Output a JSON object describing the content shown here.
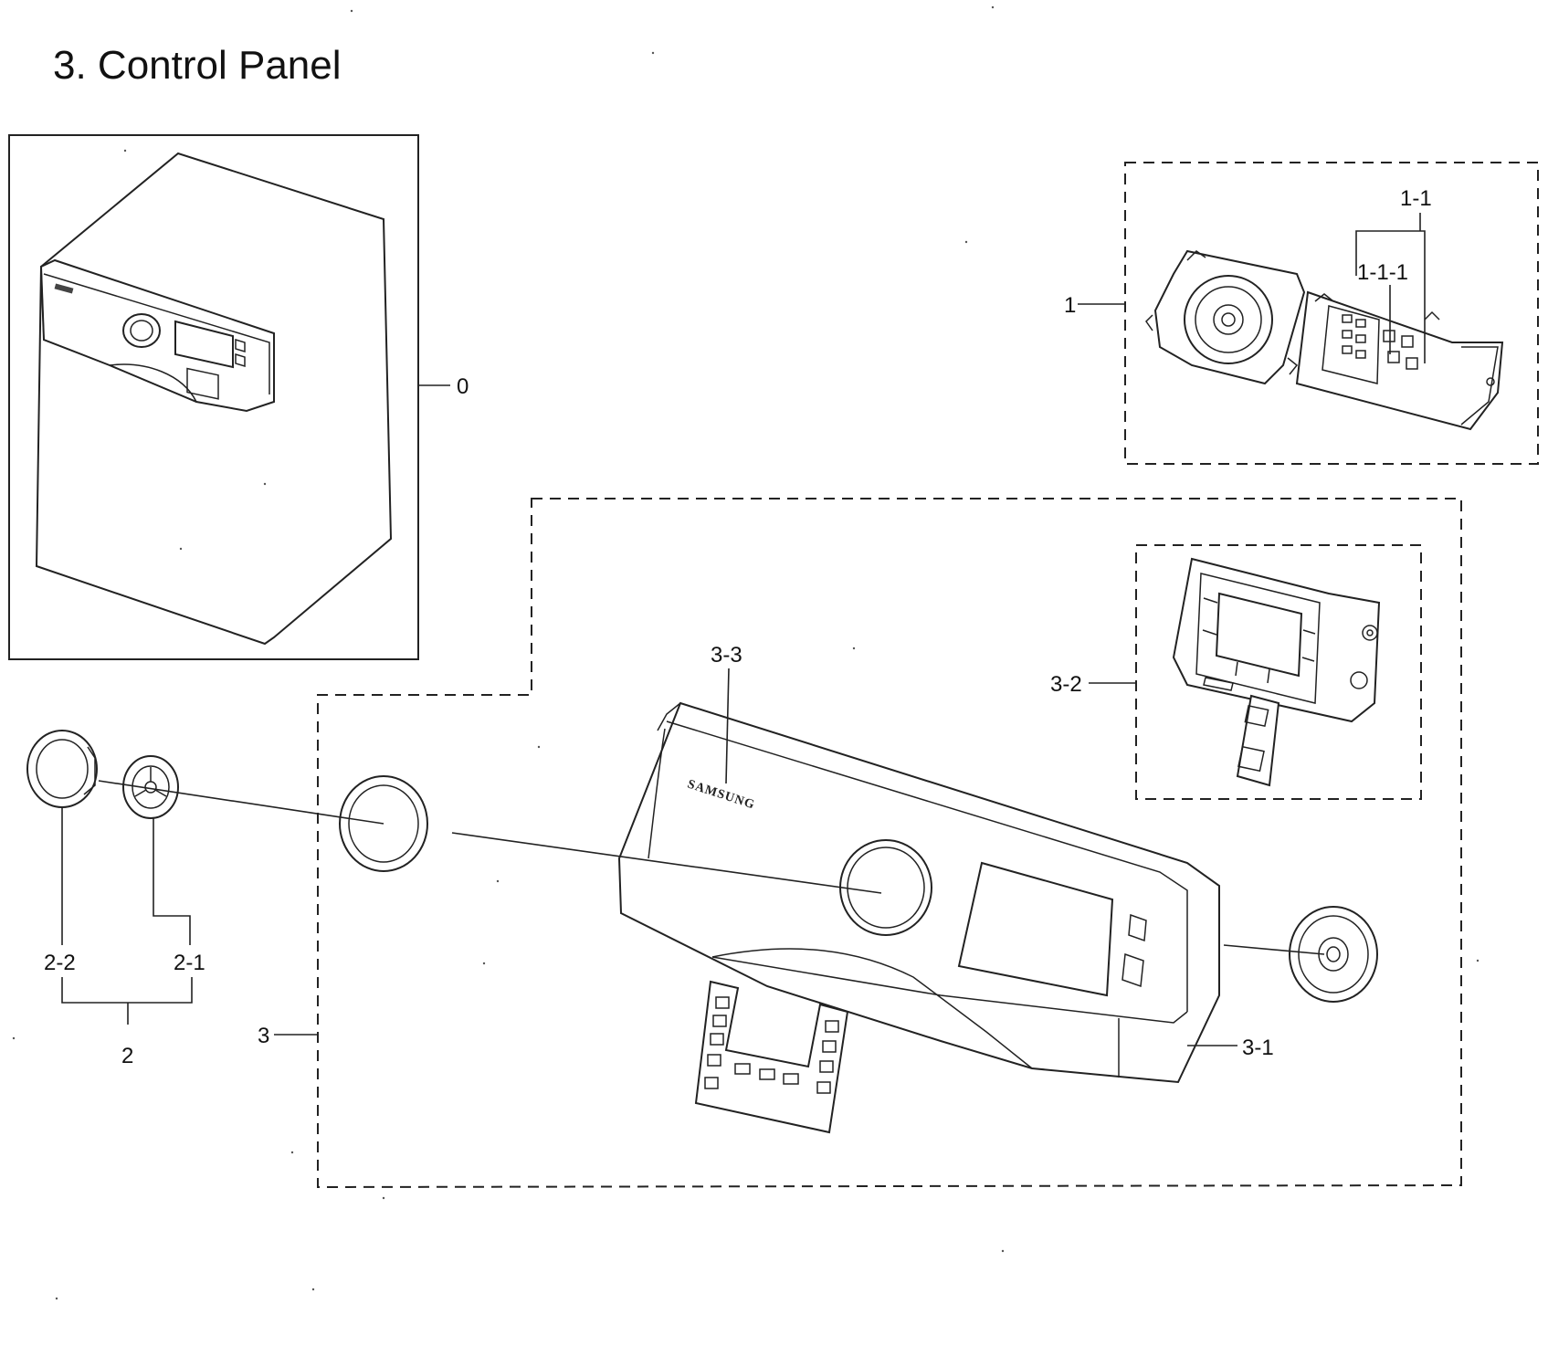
{
  "title": "3. Control Panel",
  "brand": "SAMSUNG",
  "callouts": {
    "c0": "0",
    "c1": "1",
    "c1_1": "1-1",
    "c1_1_1": "1-1-1",
    "c2": "2",
    "c2_1": "2-1",
    "c2_2": "2-2",
    "c3": "3",
    "c3_1": "3-1",
    "c3_2": "3-2",
    "c3_3": "3-3"
  }
}
